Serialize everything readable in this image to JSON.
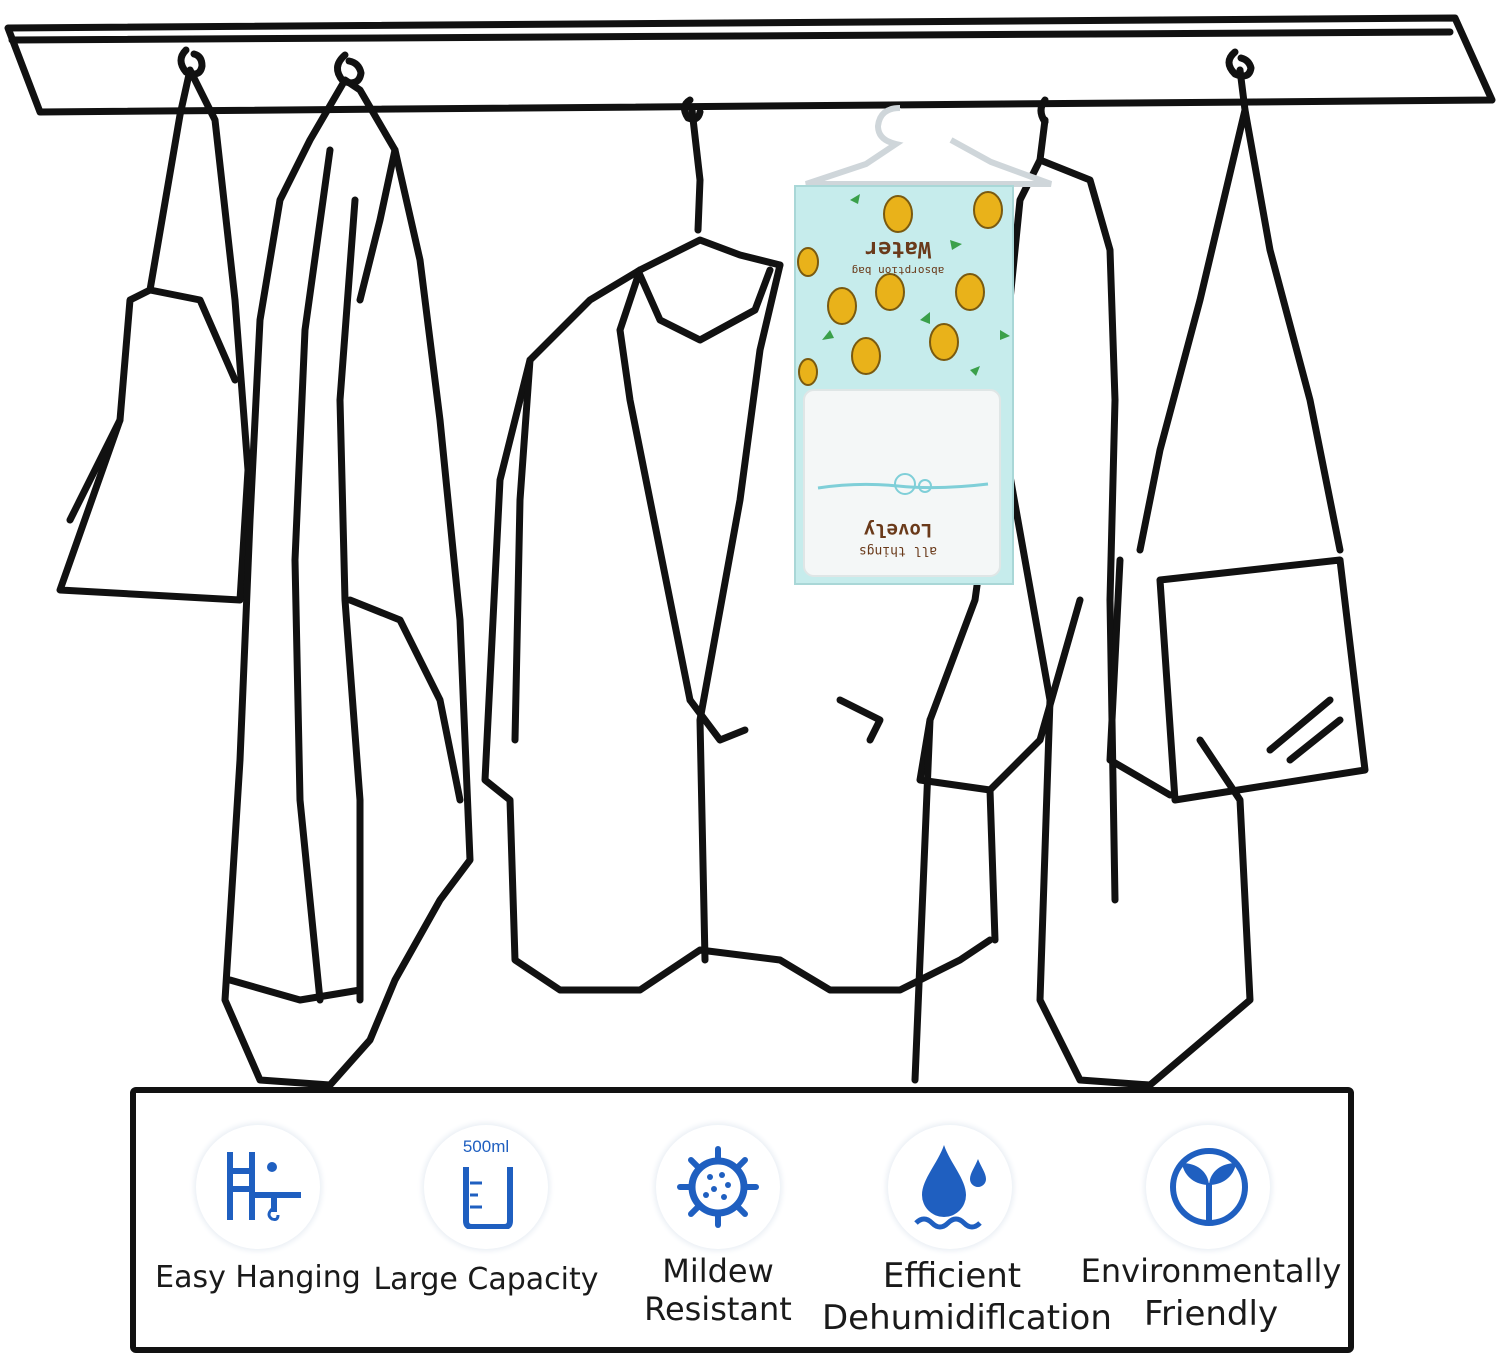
{
  "colors": {
    "ink": "#111111",
    "icon_blue": "#1f5fc0",
    "bag_mint": "#c6ecec",
    "bag_window": "#f4f7f7",
    "bag_text": "#6a3a1a"
  },
  "product_bag": {
    "title": "Water",
    "subtitle": "absorption bag",
    "tagline": "Lovely",
    "tagline_sub": "all things"
  },
  "features": [
    {
      "icon": "hanging-rack-icon",
      "label_line1": "Easy Hanging",
      "label_line2": ""
    },
    {
      "icon": "measuring-cup-icon",
      "icon_text": "500ml",
      "label_line1": "Large Capacity",
      "label_line2": ""
    },
    {
      "icon": "mildew-virus-icon",
      "label_line1": "Mildew",
      "label_line2": "Resistant"
    },
    {
      "icon": "water-drop-icon",
      "label_line1": "Efficient",
      "label_line2": "Dehumidiflcation"
    },
    {
      "icon": "leaf-sprout-icon",
      "label_line1": "Environmentally",
      "label_line2": "Friendly"
    }
  ]
}
